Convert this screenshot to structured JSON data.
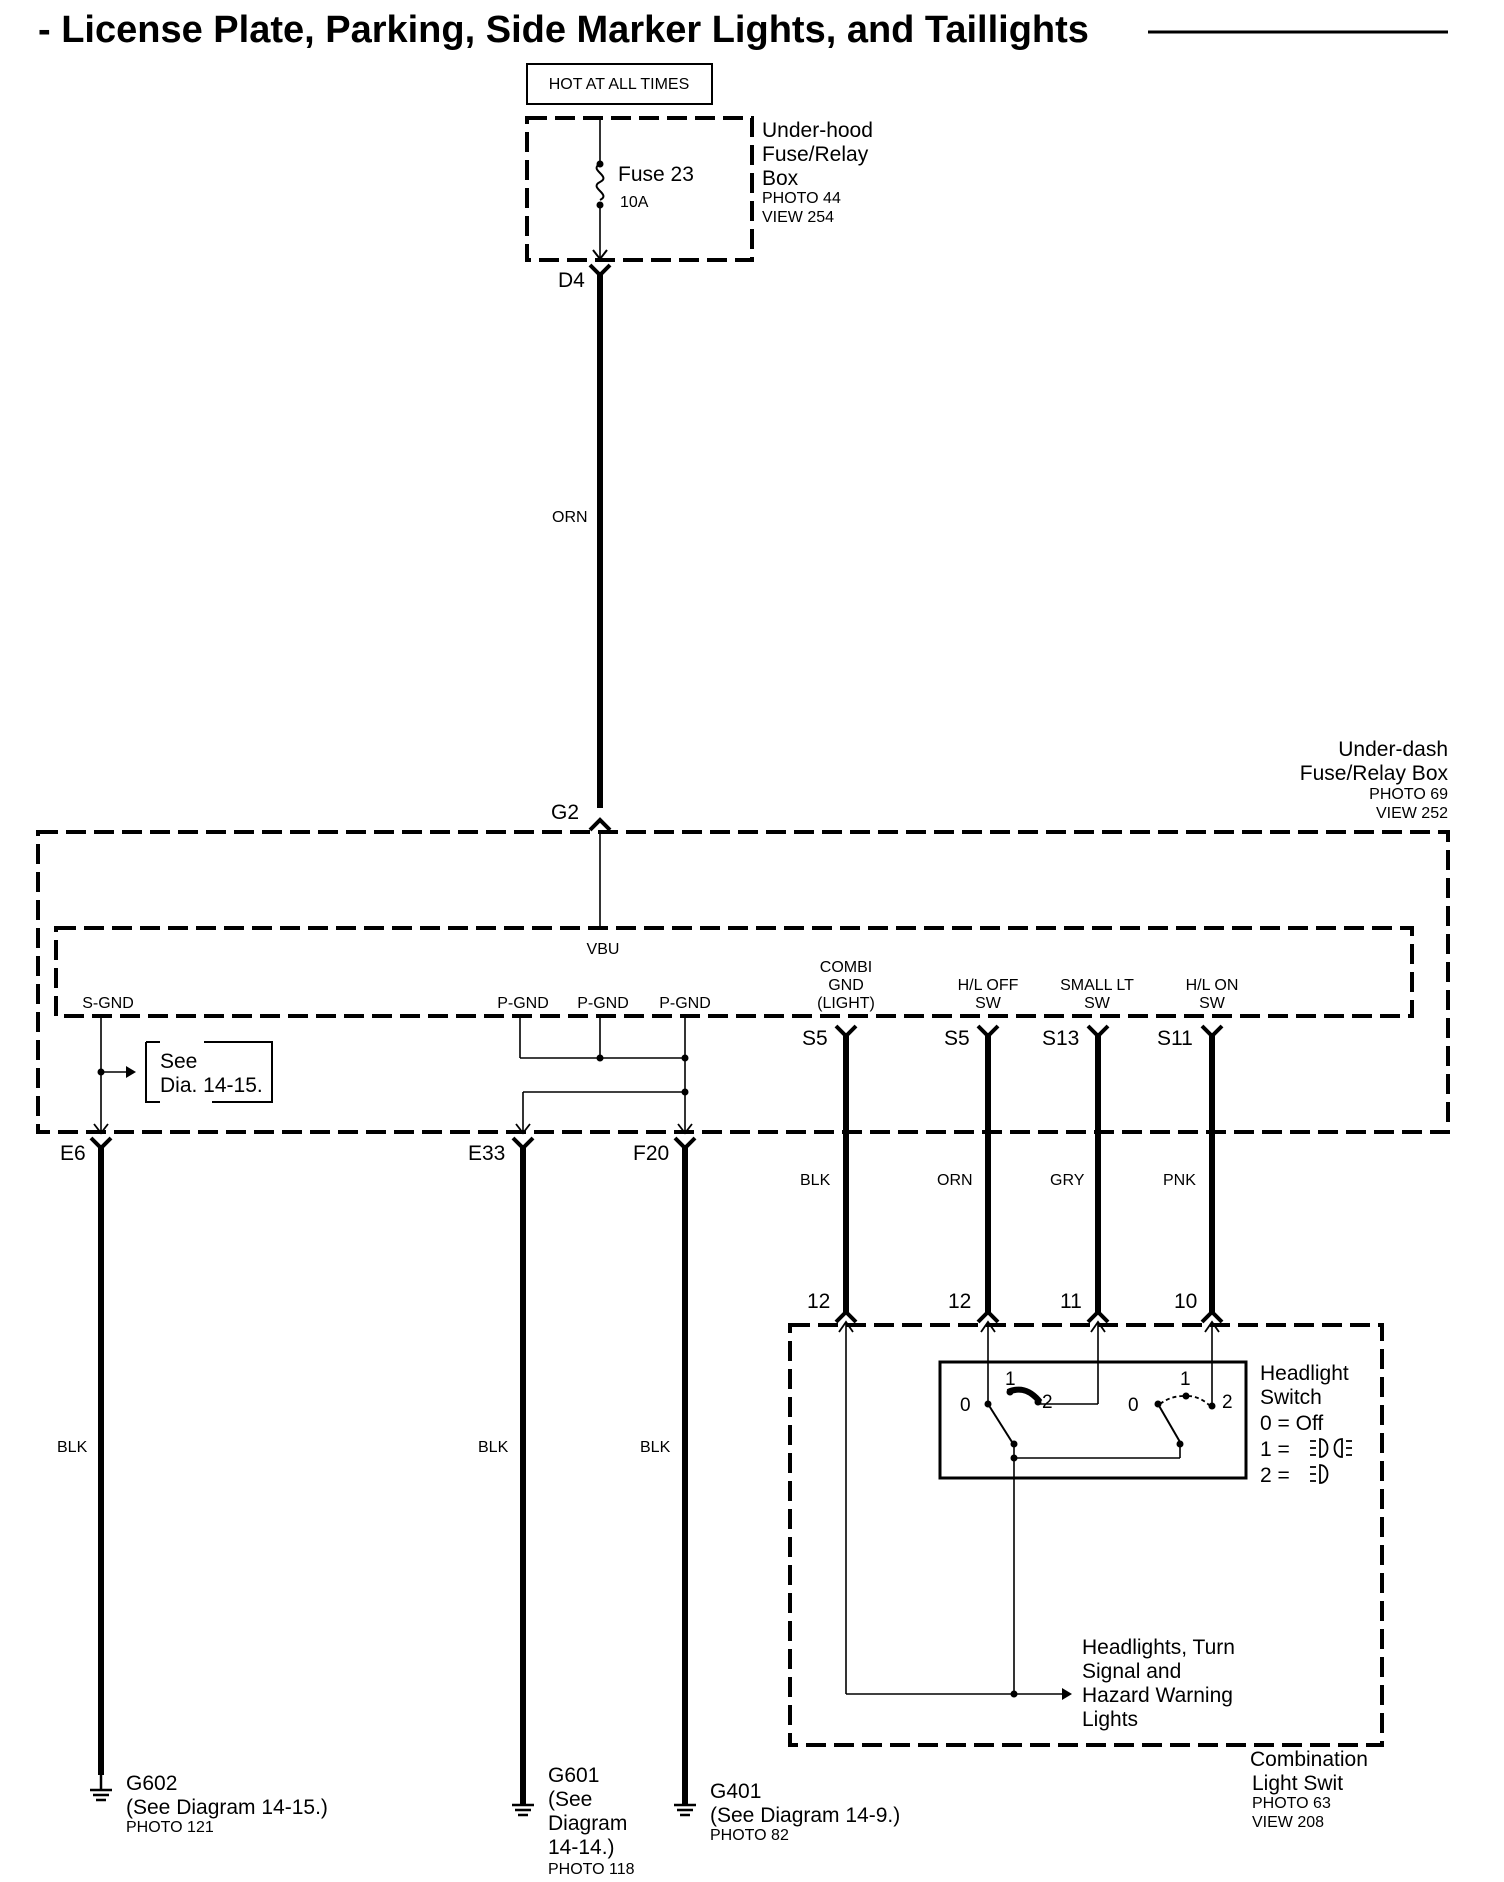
{
  "title": "- License Plate, Parking, Side Marker Lights, and Taillights",
  "power_label": "HOT AT ALL TIMES",
  "underhood": {
    "fuse_name": "Fuse 23",
    "fuse_rating": "10A",
    "box_line1": "Under-hood",
    "box_line2": "Fuse/Relay",
    "box_line3": "Box",
    "photo": "PHOTO 44",
    "view": "VIEW 254",
    "connector": "D4"
  },
  "wire_orn_main": "ORN",
  "underdash": {
    "line1": "Under-dash",
    "line2": "Fuse/Relay Box",
    "photo": "PHOTO 69",
    "view": "VIEW 252",
    "g2": "G2",
    "vbu": "VBU",
    "s_gnd": "S-GND",
    "p_gnd_1": "P-GND",
    "p_gnd_2": "P-GND",
    "p_gnd_3": "P-GND",
    "combi_1": "COMBI",
    "combi_2": "GND",
    "combi_3": "(LIGHT)",
    "hl_off_1": "H/L OFF",
    "hl_off_2": "SW",
    "small_lt_1": "SMALL LT",
    "small_lt_2": "SW",
    "hl_on_1": "H/L ON",
    "hl_on_2": "SW",
    "see_1": "See",
    "see_2": "Dia. 14-15."
  },
  "connectors": {
    "s5a": "S5",
    "s5b": "S5",
    "s13": "S13",
    "s11": "S11",
    "e6": "E6",
    "e33": "E33",
    "f20": "F20",
    "p12a": "12",
    "p12b": "12",
    "p11": "11",
    "p10": "10"
  },
  "wires": {
    "blk_combi": "BLK",
    "orn": "ORN",
    "gry": "GRY",
    "pnk": "PNK",
    "blk_e6": "BLK",
    "blk_e33": "BLK",
    "blk_f20": "BLK"
  },
  "headlight_switch": {
    "title1": "Headlight",
    "title2": "Switch",
    "legend0": "0 = Off",
    "legend1": "1 =",
    "legend2": "2 =",
    "pos0a": "0",
    "pos1a": "1",
    "pos2a": "2",
    "pos0b": "0",
    "pos1b": "1",
    "pos2b": "2"
  },
  "hl_turn": {
    "l1": "Headlights, Turn",
    "l2": "Signal and",
    "l3": "Hazard Warning",
    "l4": "Lights"
  },
  "combination": {
    "l1": "Combination",
    "l2": "Light Swit",
    "photo": "PHOTO 63",
    "view": "VIEW 208"
  },
  "grounds": {
    "g602": "G602",
    "g602_note": "(See Diagram 14-15.)",
    "g602_photo": "PHOTO 121",
    "g601": "G601",
    "g601_n1": "(See",
    "g601_n2": "Diagram",
    "g601_n3": "14-14.)",
    "g601_photo": "PHOTO 118",
    "g401": "G401",
    "g401_note": "(See Diagram 14-9.)",
    "g401_photo": "PHOTO 82"
  }
}
